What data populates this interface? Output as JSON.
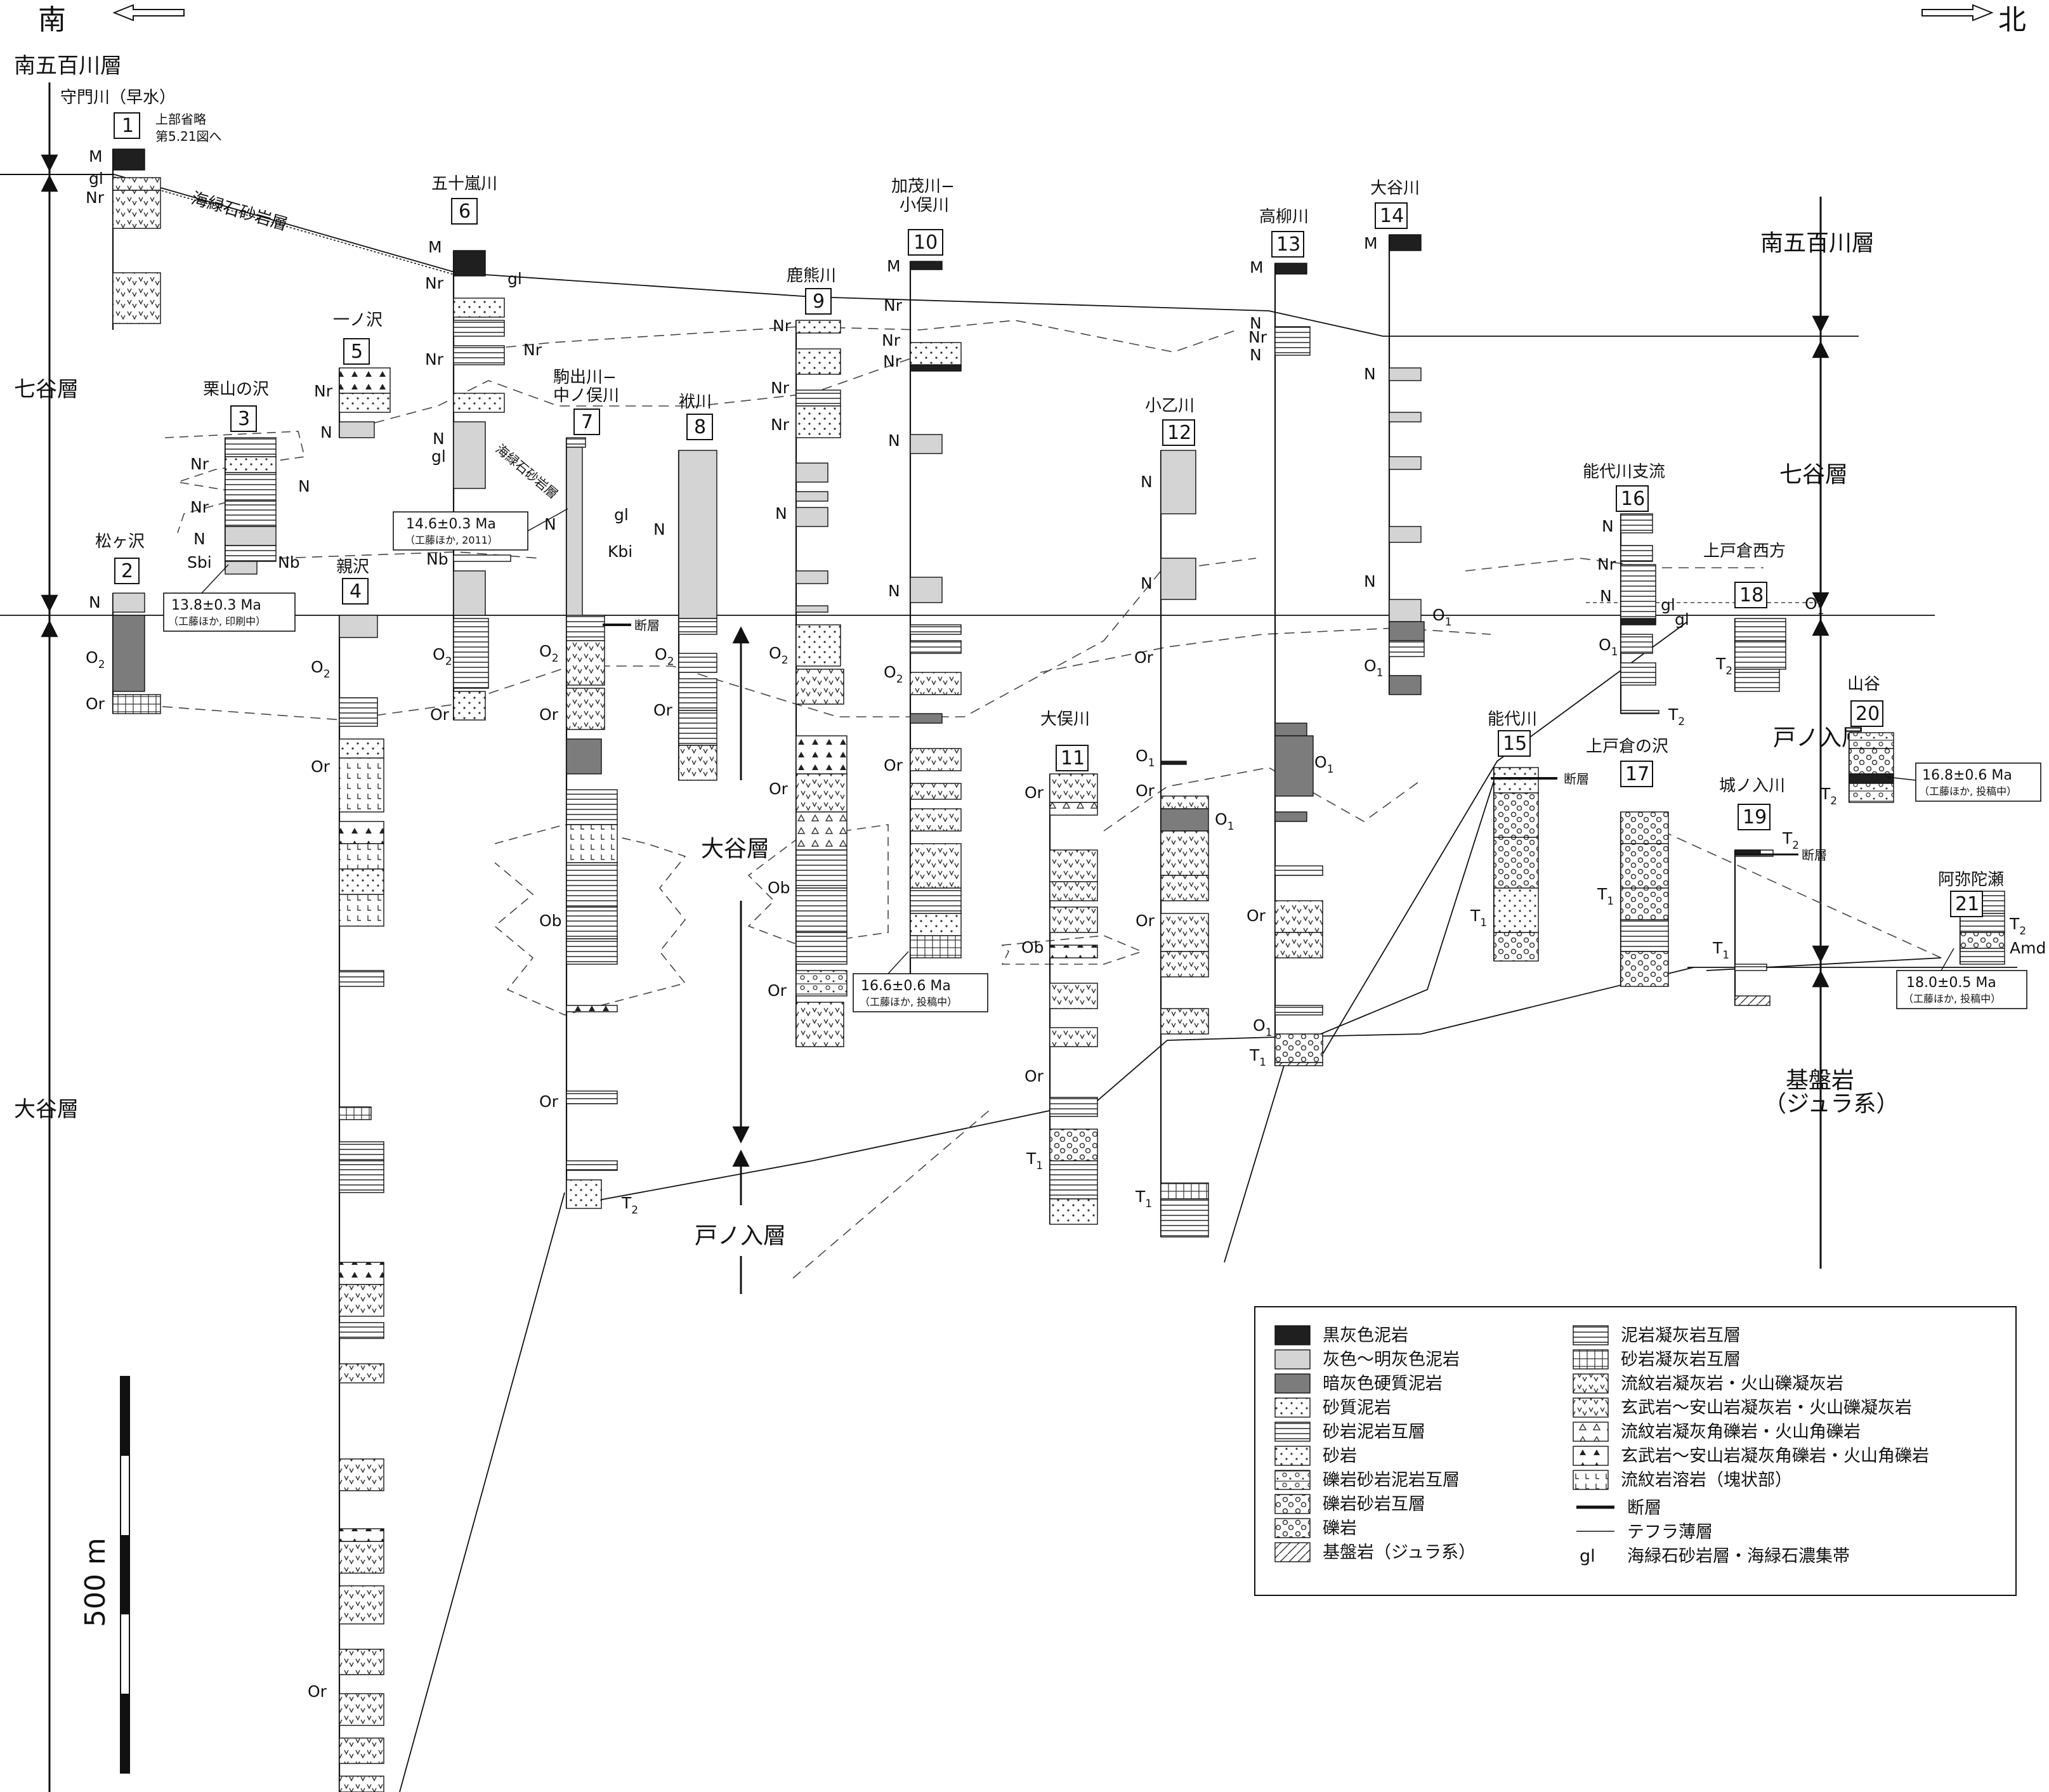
{
  "direction": {
    "south": "南",
    "north": "北"
  },
  "formations_left": {
    "minami_gohyakkawa": "南五百川層",
    "nanatani": "七谷層",
    "otani": "大谷層"
  },
  "formations_right": {
    "minami_gohyakkawa": "南五百川層",
    "nanatani": "七谷層",
    "tonoiri": "戸ノ入層",
    "basement": "基盤岩",
    "basement_sub": "（ジュラ系）"
  },
  "formations_center": {
    "otani": "大谷層",
    "tonoiri": "戸ノ入層"
  },
  "glauconite_bed": "海緑石砂岩層",
  "columns": [
    {
      "num": "1",
      "name": "守門川（早水）",
      "note1": "上部省略",
      "note2": "第5.21図へ"
    },
    {
      "num": "2",
      "name": "松ヶ沢"
    },
    {
      "num": "3",
      "name": "栗山の沢"
    },
    {
      "num": "4",
      "name": "親沢"
    },
    {
      "num": "5",
      "name": "一ノ沢"
    },
    {
      "num": "6",
      "name": "五十嵐川"
    },
    {
      "num": "7",
      "name": "駒出川−",
      "name2": "中ノ俣川"
    },
    {
      "num": "8",
      "name": "袱川"
    },
    {
      "num": "9",
      "name": "鹿熊川"
    },
    {
      "num": "10",
      "name": "加茂川−",
      "name2": "小俣川"
    },
    {
      "num": "11",
      "name": "大俣川"
    },
    {
      "num": "12",
      "name": "小乙川"
    },
    {
      "num": "13",
      "name": "高柳川"
    },
    {
      "num": "14",
      "name": "大谷川"
    },
    {
      "num": "15",
      "name": "能代川"
    },
    {
      "num": "16",
      "name": "能代川支流"
    },
    {
      "num": "17",
      "name": "上戸倉の沢"
    },
    {
      "num": "18",
      "name": "上戸倉西方"
    },
    {
      "num": "19",
      "name": "城ノ入川"
    },
    {
      "num": "20",
      "name": "山谷"
    },
    {
      "num": "21",
      "name": "阿弥陀瀬"
    }
  ],
  "unit_labels": {
    "M": "M",
    "gl": "gl",
    "Nr": "Nr",
    "N": "N",
    "Nb": "Nb",
    "Sbi": "Sbi",
    "O2": "O",
    "O1": "O",
    "sub2": "2",
    "sub1": "1",
    "Or": "Or",
    "Ob": "Ob",
    "Kbi": "Kbi",
    "T": "T",
    "Amd": "Amd"
  },
  "fault": "断層",
  "dates": [
    {
      "value": "14.6±0.3 Ma",
      "source": "（工藤ほか, 2011）"
    },
    {
      "value": "13.8±0.3 Ma",
      "source": "（工藤ほか, 印刷中）"
    },
    {
      "value": "16.6±0.6 Ma",
      "source": "（工藤ほか, 投稿中）"
    },
    {
      "value": "16.8±0.6 Ma",
      "source": "（工藤ほか, 投稿中）"
    },
    {
      "value": "18.0±0.5 Ma",
      "source": "（工藤ほか, 投稿中）"
    }
  ],
  "scale": {
    "label": "500 m"
  },
  "legend": {
    "left": [
      "黒灰色泥岩",
      "灰色〜明灰色泥岩",
      "暗灰色硬質泥岩",
      "砂質泥岩",
      "砂岩泥岩互層",
      "砂岩",
      "礫岩砂岩泥岩互層",
      "礫岩砂岩互層",
      "礫岩",
      "基盤岩（ジュラ系）"
    ],
    "right": [
      "泥岩凝灰岩互層",
      "砂岩凝灰岩互層",
      "流紋岩凝灰岩・火山礫凝灰岩",
      "玄武岩〜安山岩凝灰岩・火山礫凝灰岩",
      "流紋岩凝灰角礫岩・火山角礫岩",
      "玄武岩〜安山岩凝灰角礫岩・火山角礫岩",
      "流紋岩溶岩（塊状部）"
    ],
    "lines": [
      {
        "sym": "",
        "label": "断層"
      },
      {
        "sym": "",
        "label": "テフラ薄層"
      },
      {
        "sym": "gl",
        "label": "海緑石砂岩層・海緑石濃集帯"
      }
    ]
  }
}
